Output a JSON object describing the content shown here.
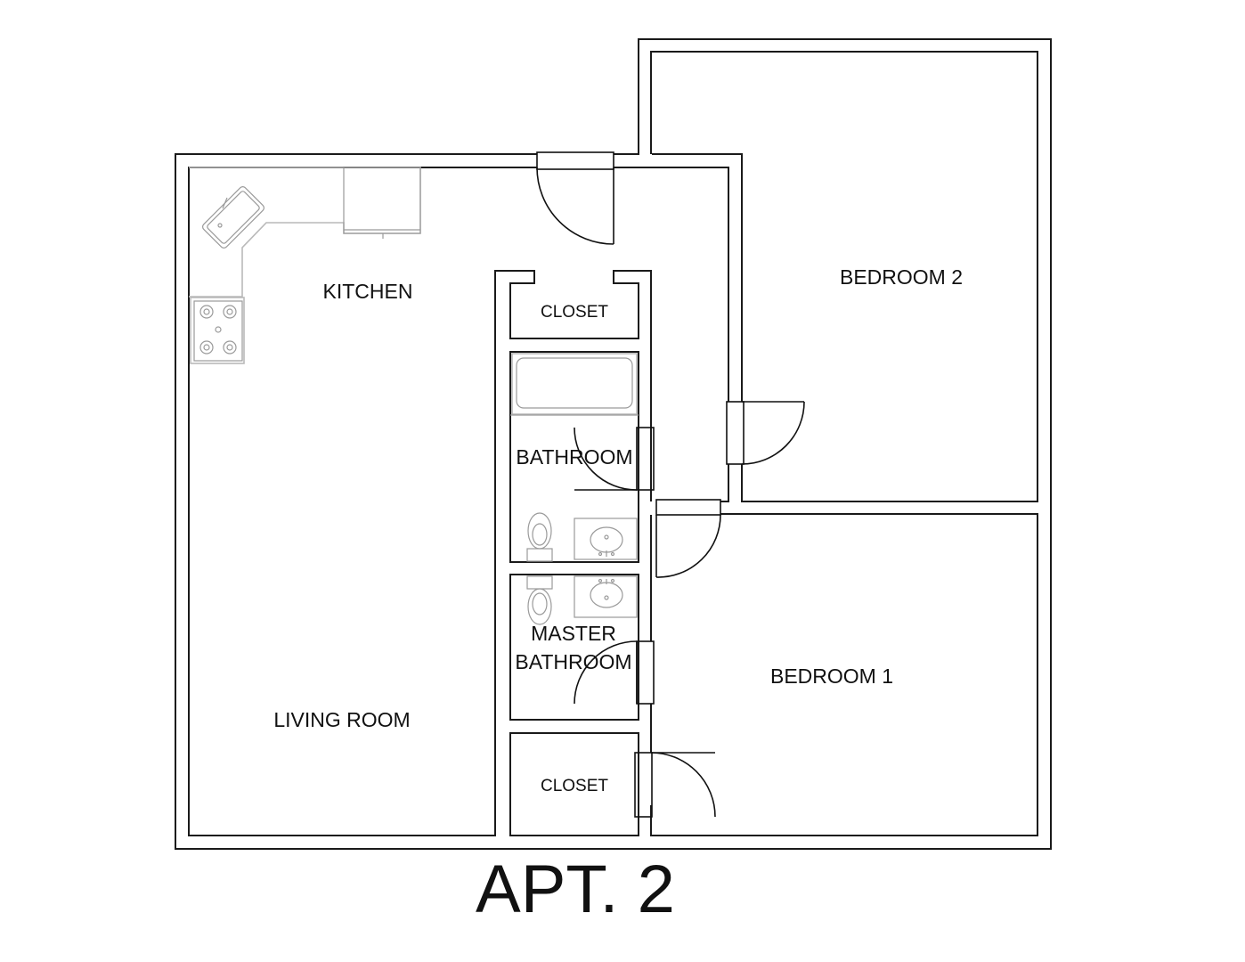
{
  "plan": {
    "title": "APT. 2",
    "rooms": {
      "kitchen": "KITCHEN",
      "living_room": "LIVING ROOM",
      "closet_top": "CLOSET",
      "bathroom": "BATHROOM",
      "master_bathroom_line1": "MASTER",
      "master_bathroom_line2": "BATHROOM",
      "closet_bottom": "CLOSET",
      "bedroom_1": "BEDROOM 1",
      "bedroom_2": "BEDROOM 2"
    }
  }
}
